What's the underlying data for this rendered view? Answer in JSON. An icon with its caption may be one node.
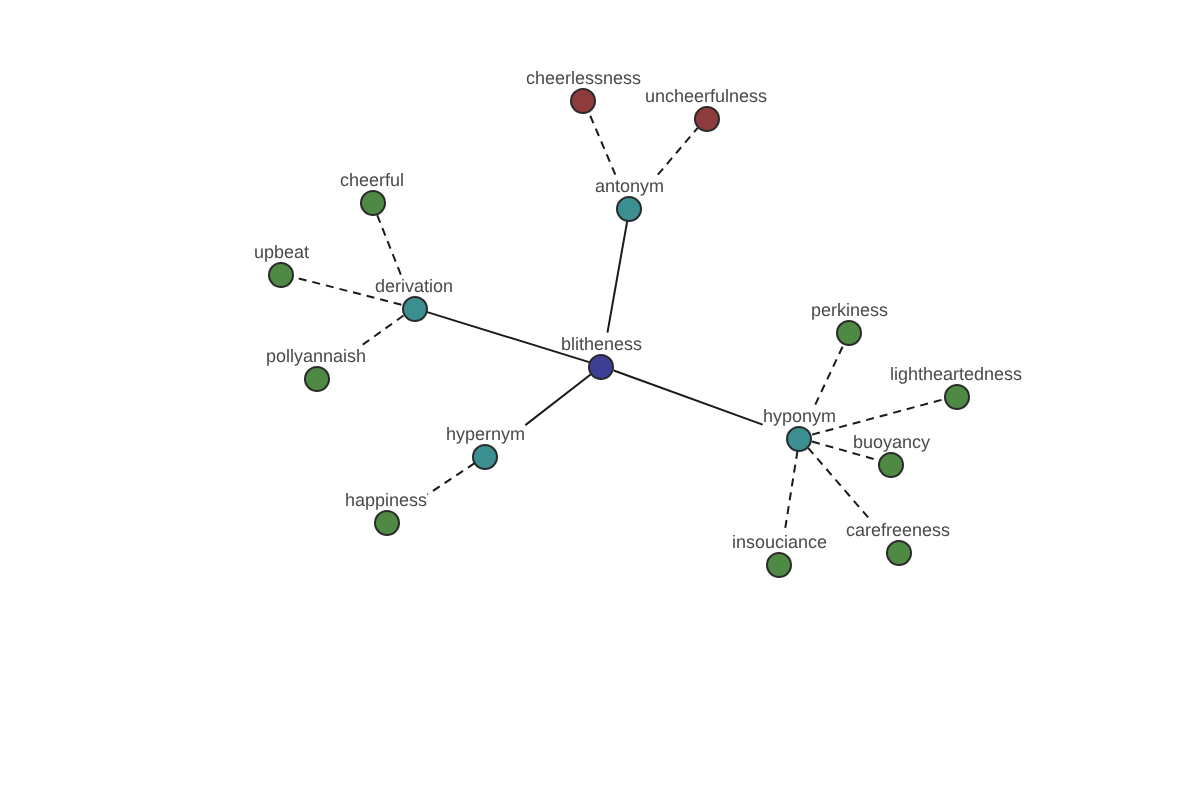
{
  "diagram": {
    "nodes": [
      {
        "text": [
          "cheerlessness"
        ]
      },
      {
        "text": [
          "uncheerfulness"
        ]
      },
      {
        "text": [
          "cheerful"
        ]
      },
      {
        "text": [
          "antonym"
        ]
      },
      {
        "text": [
          "upbeat"
        ]
      },
      {
        "text": [
          "derivation"
        ]
      },
      {
        "text": [
          "perkiness"
        ]
      },
      {
        "text": [
          "blitheness"
        ]
      },
      {
        "text": [
          "pollyannaish"
        ]
      },
      {
        "text": [
          "lightheartedness"
        ]
      },
      {
        "text": [
          "hyponym"
        ]
      },
      {
        "text": [
          "buoyancy"
        ]
      },
      {
        "text": [
          "hypernym"
        ]
      },
      {
        "text": [
          "happiness"
        ]
      },
      {
        "text": [
          "carefreeness"
        ]
      },
      {
        "text": [
          "insouciance"
        ]
      }
    ],
    "edges": [
      {
        "from": 7,
        "to": 3,
        "arrow": "none"
      },
      {
        "from": 7,
        "to": 5,
        "arrow": "none"
      },
      {
        "from": 7,
        "to": 12,
        "arrow": "none"
      },
      {
        "from": 7,
        "to": 10,
        "arrow": "none"
      },
      {
        "from": 3,
        "to": 0,
        "arrow": "none",
        "style": "dashed"
      },
      {
        "from": 3,
        "to": 1,
        "arrow": "none",
        "style": "dashed"
      },
      {
        "from": 5,
        "to": 2,
        "arrow": "none",
        "style": "dashed"
      },
      {
        "from": 5,
        "to": 4,
        "arrow": "none",
        "style": "dashed"
      },
      {
        "from": 5,
        "to": 8,
        "arrow": "none",
        "style": "dashed"
      },
      {
        "from": 12,
        "to": 13,
        "arrow": "none",
        "style": "dashed"
      },
      {
        "from": 10,
        "to": 6,
        "arrow": "none",
        "style": "dashed"
      },
      {
        "from": 10,
        "to": 9,
        "arrow": "none",
        "style": "dashed"
      },
      {
        "from": 10,
        "to": 11,
        "arrow": "none",
        "style": "dashed"
      },
      {
        "from": 10,
        "to": 14,
        "arrow": "none",
        "style": "dashed"
      },
      {
        "from": 10,
        "to": 15,
        "arrow": "none",
        "style": "dashed"
      }
    ]
  }
}
